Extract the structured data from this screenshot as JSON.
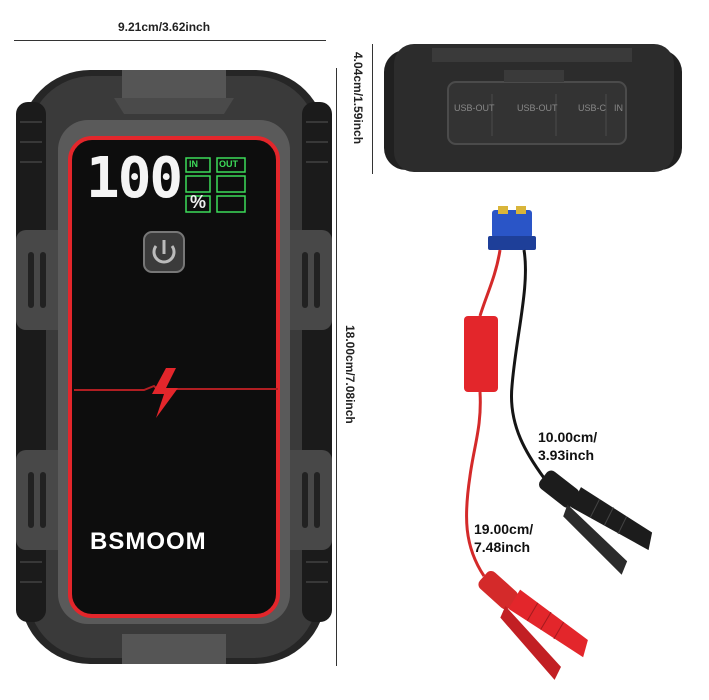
{
  "dimensions": {
    "width": "9.21cm/3.62inch",
    "depth": "4.04cm/1.59inch",
    "height": "18.00cm/7.08inch"
  },
  "display": {
    "percent": "100",
    "percent_symbol": "%",
    "indicator_in": "IN",
    "indicator_out": "OUT"
  },
  "brand": "BSMOOM",
  "ports": [
    "USB-OUT",
    "USB-OUT",
    "USB-C",
    "IN"
  ],
  "cables": {
    "black_length": [
      "10.00cm/",
      "3.93inch"
    ],
    "red_length": [
      "19.00cm/",
      "7.48inch"
    ]
  },
  "colors": {
    "accent_red": "#e3262b",
    "display_green": "#3ddc5a",
    "body_dark": "#2a2a2a",
    "clamp_black": "#1c1c1c",
    "connector_blue": "#2a55c7"
  }
}
